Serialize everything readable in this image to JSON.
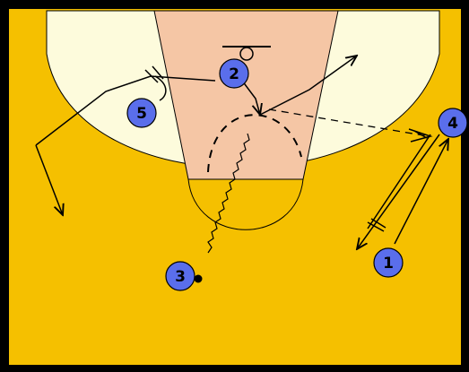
{
  "diagram": {
    "colors": {
      "frame": "#000000",
      "court": "#f5c000",
      "three_point_area": "#fdfbdc",
      "paint": "#f5c6a5",
      "lines": "#000000",
      "player_fill": "#5a6eeb",
      "player_stroke": "#000000",
      "ball": "#000000"
    },
    "players": [
      {
        "id": "p1",
        "label": "1"
      },
      {
        "id": "p2",
        "label": "2"
      },
      {
        "id": "p3",
        "label": "3"
      },
      {
        "id": "p4",
        "label": "4"
      },
      {
        "id": "p5",
        "label": "5"
      }
    ],
    "ball_holder": "3",
    "action_types": [
      "cut",
      "pass",
      "dribble",
      "screen"
    ]
  }
}
